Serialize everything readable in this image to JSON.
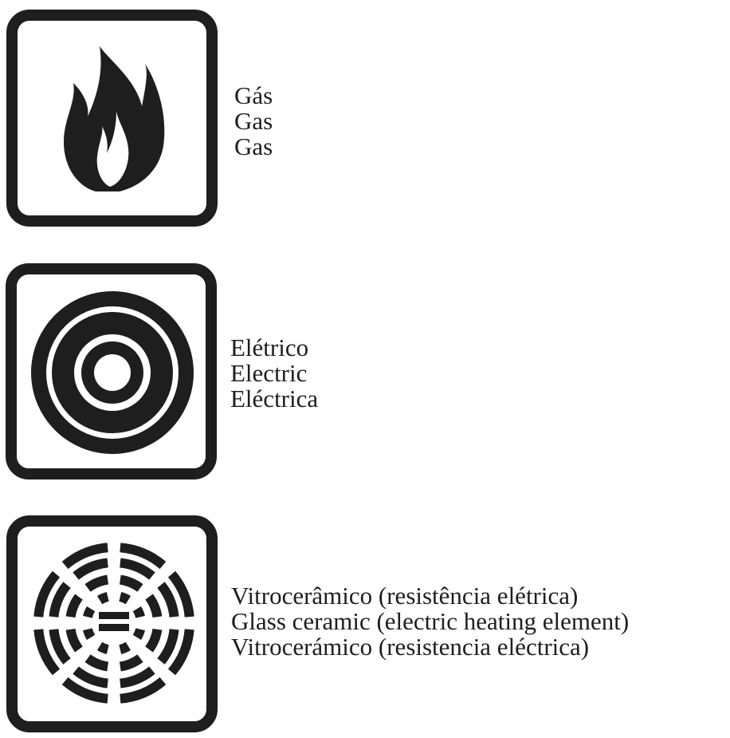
{
  "symbols": [
    {
      "icon": "flame-icon",
      "labels": [
        "Gás",
        "Gas",
        "Gas"
      ]
    },
    {
      "icon": "electric-hotplate-icon",
      "labels": [
        "Elétrico",
        "Electric",
        "Eléctrica"
      ]
    },
    {
      "icon": "glass-ceramic-radiant-icon",
      "labels": [
        "Vitrocerâmico (resistência elétrica)",
        "Glass ceramic (electric heating element)",
        "Vitrocerámico (resistencia eléctrica)"
      ]
    }
  ],
  "colors": {
    "ink": "#1e1e1e",
    "background": "#ffffff"
  }
}
